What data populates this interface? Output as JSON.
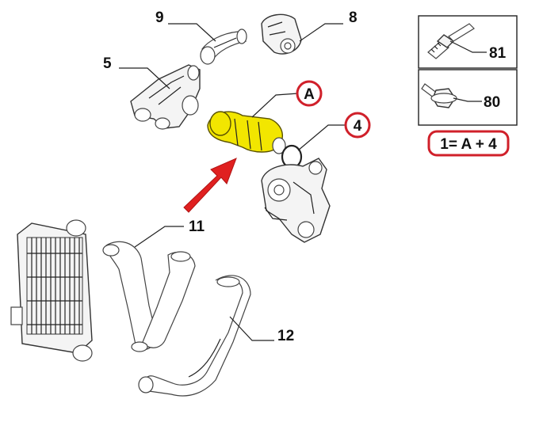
{
  "callouts": {
    "c9": "9",
    "c8": "8",
    "c5": "5",
    "cA": "A",
    "c4": "4",
    "c11": "11",
    "c12": "12",
    "c81": "81",
    "c80": "80"
  },
  "formula": "1= A + 4",
  "colors": {
    "highlight_part": "#f2e600",
    "callout_ring": "#d0202a",
    "arrow": "#e02020"
  }
}
